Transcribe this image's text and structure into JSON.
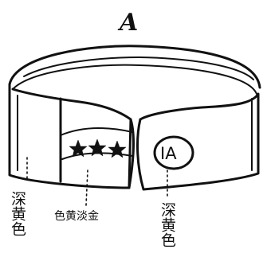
{
  "title": "A",
  "labels": {
    "left_panel": "深黄色",
    "middle_panel": "色黄淡金",
    "right_panel": "深黄色"
  },
  "badge": {
    "text": "IA"
  },
  "stars": {
    "count": 3
  }
}
